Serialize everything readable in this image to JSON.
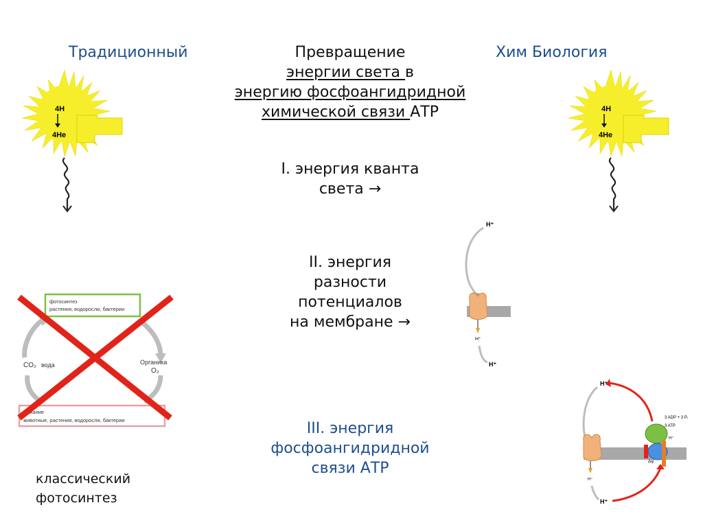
{
  "header": {
    "left": "Традиционный",
    "right": "Хим Биология"
  },
  "title": {
    "line1": "Превращение",
    "line2_underlined": "энергии света ",
    "line2_rest": "в",
    "line3_underlined": "энергию фосфоангидридной",
    "line4_underlined": "химической связи ",
    "line4_rest": "АТР"
  },
  "step1": {
    "line1": "I. энергия кванта",
    "line2": "света →"
  },
  "step2": {
    "line1": "II. энергия",
    "line2": "разности",
    "line3": "потенциалов",
    "line4": "на мембране →"
  },
  "step3": {
    "line1": "III. энергия",
    "line2": "фосфоангидридной",
    "line3": "связи АТР"
  },
  "footer": {
    "line1": "классический",
    "line2": "фотосинтез"
  },
  "sun": {
    "upper": "4H",
    "lower": "4He"
  },
  "cycle": {
    "top_line1": "фотосинтез",
    "top_line2": "растения, водоросли, бактерии",
    "left_label1": "CO₂",
    "left_label2": "вода",
    "right_label1": "Органика",
    "right_label2": "O₂",
    "bottom_line1": "дыхание",
    "bottom_line2": "животные, растения, водоросли, бактерии"
  },
  "membrane1": {
    "h_top": "H⁺",
    "h_mid": "H⁺",
    "h_bottom": "H⁺"
  },
  "membrane2": {
    "h_top": "H⁺",
    "h_bottom": "H⁺",
    "h_small1": "H⁺",
    "h_small2": "H⁺",
    "adp": "3 ADP + 3 Pᵢ",
    "atp": "3 ATP",
    "dpsi": "Δψ"
  },
  "colors": {
    "blue": "#1f4e8c",
    "sun": "#f6ee2a",
    "red": "#e2231a",
    "green_box": "#7bc043",
    "pink_box": "#e8a0a6",
    "protein": "#f0b27a"
  }
}
